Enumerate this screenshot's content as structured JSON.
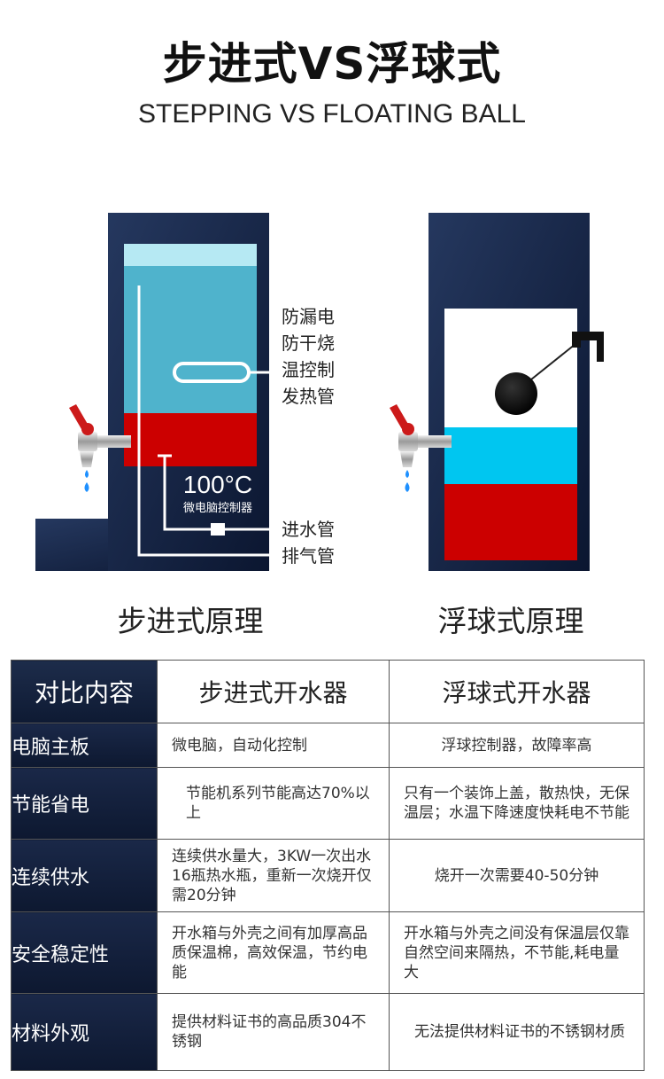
{
  "header": {
    "title": "步进式VS浮球式",
    "subtitle": "STEPPING VS FLOATING BALL"
  },
  "diagram": {
    "labels": {
      "anti_leak": "防漏电",
      "anti_dry": "防干烧",
      "temp_control": "温控制",
      "heating_tube": "发热管",
      "temperature": "100°C",
      "controller": "微电脑控制器",
      "inlet_pipe": "进水管",
      "exhaust_pipe": "排气管"
    },
    "left_caption": "步进式原理",
    "right_caption": "浮球式原理",
    "colors": {
      "cabinet": "#0e1a33",
      "hot_water": "#cc0000",
      "warm_water": "#4fb3cc",
      "top_water": "#b6e9f3",
      "cold_water": "#00c6f0",
      "ball": "#111111",
      "drop": "#1e90ff",
      "valve": "#cc1a1a"
    }
  },
  "table": {
    "header": [
      "对比内容",
      "步进式开水器",
      "浮球式开水器"
    ],
    "rows": [
      {
        "label": "电脑主板",
        "step": "微电脑，自动化控制",
        "float": "浮球控制器，故障率高"
      },
      {
        "label": "节能省电",
        "step": "节能机系列节能高达70%以上",
        "float": "只有一个装饰上盖，散热快，无保温层；水温下降速度快耗电不节能"
      },
      {
        "label": "连续供水",
        "step": "连续供水量大，3KW一次出水16瓶热水瓶，重新一次烧开仅需20分钟",
        "float": "烧开一次需要40-50分钟"
      },
      {
        "label": "安全稳定性",
        "step": "开水箱与外壳之间有加厚高品质保温棉，高效保温，节约电能",
        "float": "开水箱与外壳之间没有保温层仅靠自然空间来隔热，不节能,耗电量大"
      },
      {
        "label": "材料外观",
        "step": "提供材料证书的高品质304不锈钢",
        "float": "无法提供材料证书的不锈钢材质"
      }
    ]
  }
}
